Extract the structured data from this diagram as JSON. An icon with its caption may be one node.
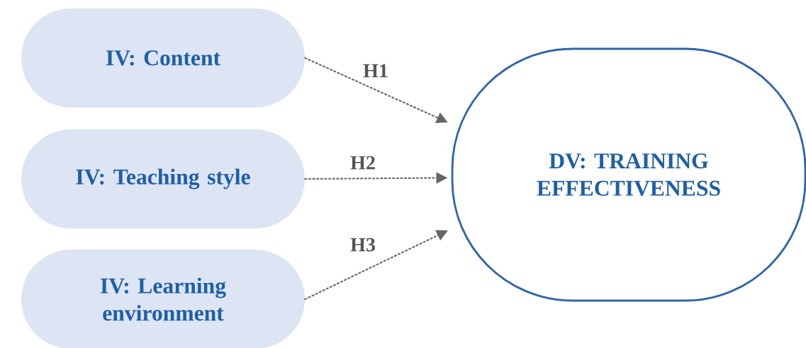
{
  "diagram": {
    "nodes": [
      {
        "text": [
          "IV: Content"
        ]
      },
      {
        "text": [
          "IV: Teaching style"
        ]
      },
      {
        "text": [
          "IV: Learning environment"
        ]
      },
      {
        "text": [
          "DV: TRAINING EFFECTIVENESS"
        ]
      }
    ],
    "edges": [
      {
        "from": 0,
        "to": 3,
        "arrow": "to",
        "label": "H1"
      },
      {
        "from": 1,
        "to": 3,
        "arrow": "to",
        "label": "H2"
      },
      {
        "from": 2,
        "to": 3,
        "arrow": "to",
        "label": "H3"
      }
    ]
  }
}
